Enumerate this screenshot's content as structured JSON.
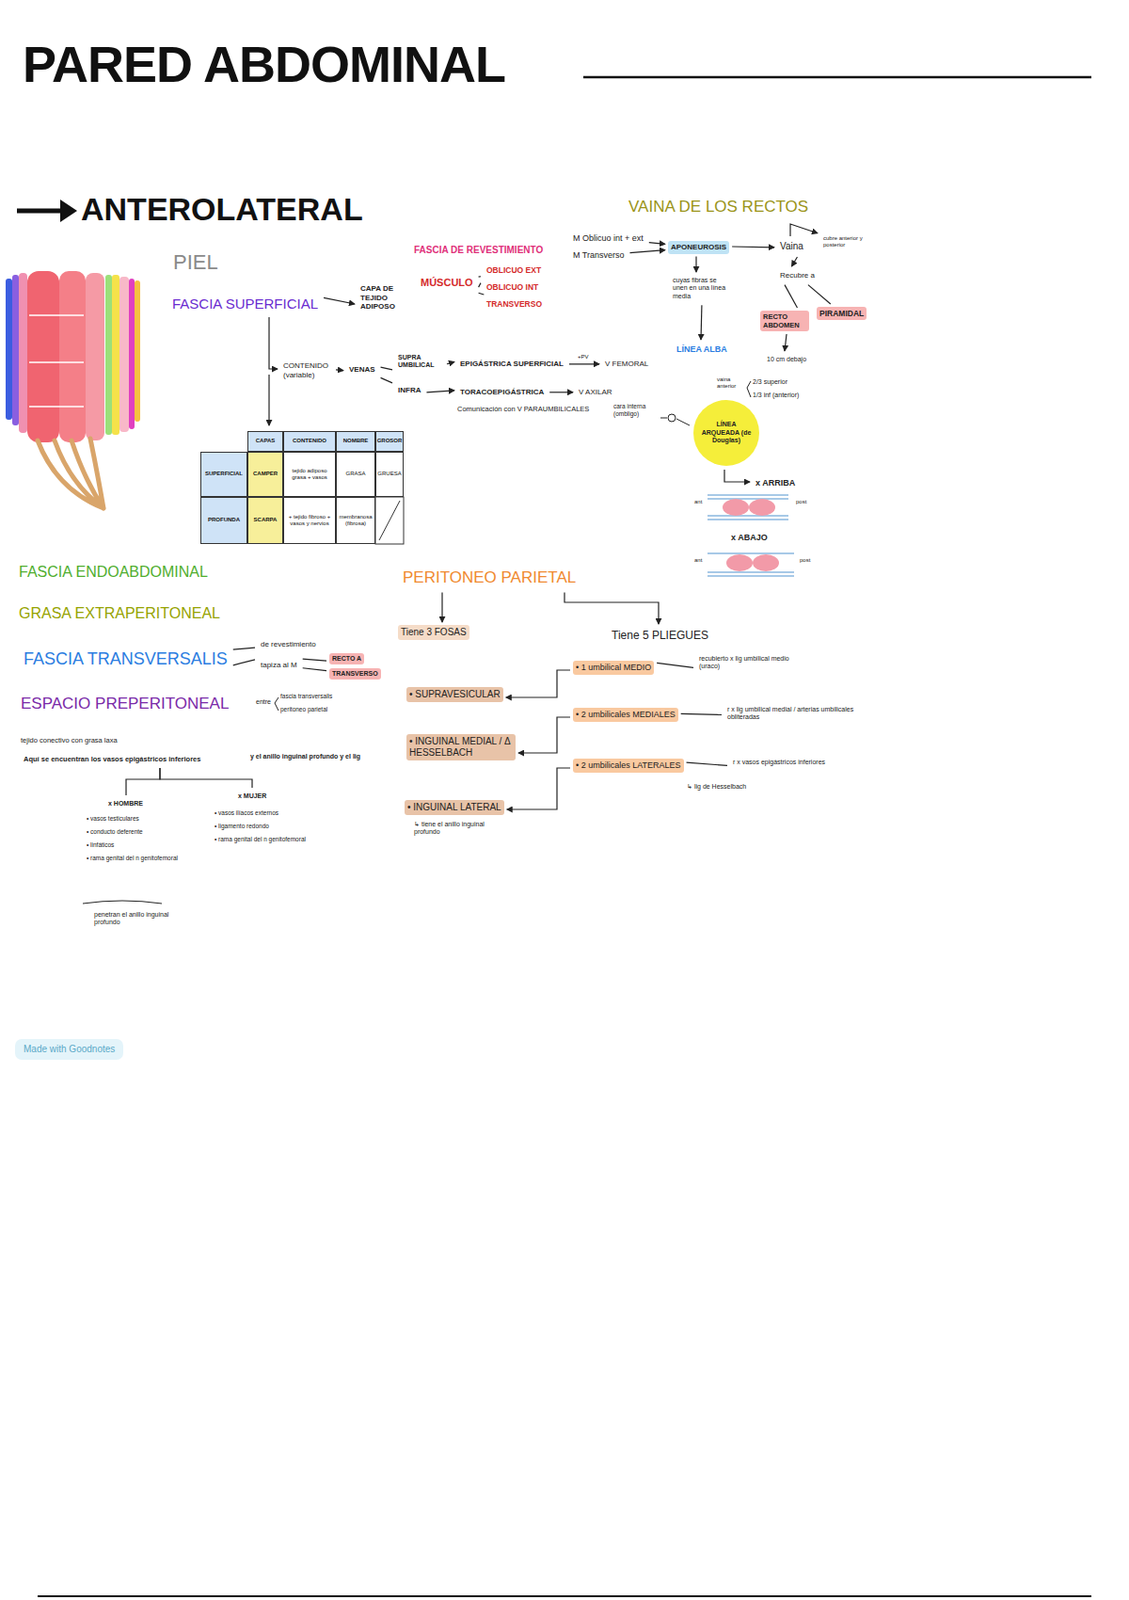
{
  "diagram": {
    "title": "PARED ABDOMINAL",
    "nodes": [
      {
        "text": [
          "FASCIA SUPERFICIAL"
        ]
      },
      {
        "text": [
          "CAPA DE TEJIDO ADIPOSO"
        ]
      },
      {
        "text": [
          "CONTENIDO (variable)"
        ]
      },
      {
        "text": [
          "VENAS"
        ]
      },
      {
        "text": [
          "SUPRA UMBILICAL"
        ]
      },
      {
        "text": [
          "INFRA"
        ]
      },
      {
        "text": [
          "EPIGÁSTRICA SUPERFICIAL"
        ]
      },
      {
        "text": [
          "V FEMORAL"
        ]
      },
      {
        "text": [
          "TORACOEPIGÁSTRICA"
        ]
      },
      {
        "text": [
          "V AXILAR"
        ]
      },
      {
        "text": [
          "MÚSCULO"
        ]
      },
      {
        "text": [
          "OBLICUO EXT"
        ]
      },
      {
        "text": [
          "OBLICUO INT"
        ]
      },
      {
        "text": [
          "TRANSVERSO"
        ]
      },
      {
        "text": [
          "M Oblicuo int + ext"
        ]
      },
      {
        "text": [
          "M Transverso"
        ]
      },
      {
        "text": [
          "APONEUROSIS"
        ]
      },
      {
        "text": [
          "Vaina"
        ]
      },
      {
        "text": [
          "Recubre a"
        ]
      },
      {
        "text": [
          "RECTO ABDOMEN"
        ]
      },
      {
        "text": [
          "PIRAMIDAL"
        ]
      },
      {
        "text": [
          "cuyas fibras se unen en una línea media"
        ]
      },
      {
        "text": [
          "LÍNEA ALBA"
        ]
      },
      {
        "text": [
          "10 cm debajo"
        ]
      },
      {
        "text": [
          "LÍNEA ARQUEADA (de Douglas)"
        ]
      },
      {
        "text": [
          "x ARRIBA"
        ]
      },
      {
        "text": [
          "x ABAJO"
        ]
      },
      {
        "text": [
          "FASCIA TRANSVERSALIS"
        ]
      },
      {
        "text": [
          "de revestimiento"
        ]
      },
      {
        "text": [
          "tapiza al M"
        ]
      },
      {
        "text": [
          "RECTO A"
        ]
      },
      {
        "text": [
          "TRANSVERSO"
        ]
      },
      {
        "text": [
          "Aquí se encuentran los vasos epigástricos inferiores"
        ]
      },
      {
        "text": [
          "x HOMBRE"
        ]
      },
      {
        "text": [
          "x MUJER"
        ]
      },
      {
        "text": [
          "PERITONEO PARIETAL"
        ]
      },
      {
        "text": [
          "Tiene 3 FOSAS"
        ]
      },
      {
        "text": [
          "Tiene 5 PLIEGUES"
        ]
      },
      {
        "text": [
          "• 1 umbilical MEDIO"
        ]
      },
      {
        "text": [
          "recubierto x lig umbilical medio (uraco)"
        ]
      },
      {
        "text": [
          "• 2 umbilicales MEDIALES"
        ]
      },
      {
        "text": [
          "r x lig umbilical medial / arterias umbilicales obliteradas"
        ]
      },
      {
        "text": [
          "• 2 umbilicales LATERALES"
        ]
      },
      {
        "text": [
          "r x vasos epigástricos inferiores"
        ]
      },
      {
        "text": [
          "• SUPRAVESICULAR"
        ]
      },
      {
        "text": [
          "• INGUINAL MEDIAL / Δ HESSELBACH"
        ]
      },
      {
        "text": [
          "• INGUINAL LATERAL"
        ]
      },
      {
        "text": [
          "cubre anterior y posterior"
        ]
      }
    ],
    "edges": [
      {
        "from": 0,
        "to": 1,
        "arrow": "to"
      },
      {
        "from": 0,
        "to": 2,
        "arrow": "to"
      },
      {
        "from": 2,
        "to": 3,
        "arrow": "to"
      },
      {
        "from": 3,
        "to": 4,
        "arrow": "none"
      },
      {
        "from": 3,
        "to": 5,
        "arrow": "none"
      },
      {
        "from": 4,
        "to": 6,
        "arrow": "to"
      },
      {
        "from": 6,
        "to": 7,
        "arrow": "to",
        "label": "+PV"
      },
      {
        "from": 5,
        "to": 8,
        "arrow": "to"
      },
      {
        "from": 8,
        "to": 9,
        "arrow": "to"
      },
      {
        "from": 10,
        "to": 11,
        "arrow": "none"
      },
      {
        "from": 10,
        "to": 12,
        "arrow": "none"
      },
      {
        "from": 10,
        "to": 13,
        "arrow": "none"
      },
      {
        "from": 14,
        "to": 16,
        "arrow": "to"
      },
      {
        "from": 15,
        "to": 16,
        "arrow": "to"
      },
      {
        "from": 16,
        "to": 17,
        "arrow": "to"
      },
      {
        "from": 17,
        "to": 47,
        "arrow": "to"
      },
      {
        "from": 17,
        "to": 18,
        "arrow": "to"
      },
      {
        "from": 18,
        "to": 19,
        "arrow": "none"
      },
      {
        "from": 18,
        "to": 20,
        "arrow": "none"
      },
      {
        "from": 16,
        "to": 21,
        "arrow": "to"
      },
      {
        "from": 21,
        "to": 22,
        "arrow": "to"
      },
      {
        "from": 19,
        "to": 23,
        "arrow": "to"
      },
      {
        "from": 24,
        "to": 25,
        "arrow": "to"
      },
      {
        "from": 27,
        "to": 28,
        "arrow": "none"
      },
      {
        "from": 27,
        "to": 29,
        "arrow": "none"
      },
      {
        "from": 29,
        "to": 30,
        "arrow": "none"
      },
      {
        "from": 29,
        "to": 31,
        "arrow": "none"
      },
      {
        "from": 32,
        "to": 33,
        "arrow": "none"
      },
      {
        "from": 32,
        "to": 34,
        "arrow": "none"
      },
      {
        "from": 35,
        "to": 36,
        "arrow": "to"
      },
      {
        "from": 35,
        "to": 37,
        "arrow": "to"
      },
      {
        "from": 38,
        "to": 39,
        "arrow": "none"
      },
      {
        "from": 40,
        "to": 41,
        "arrow": "none"
      },
      {
        "from": 42,
        "to": 43,
        "arrow": "none"
      },
      {
        "from": 38,
        "to": 44,
        "arrow": "to"
      },
      {
        "from": 40,
        "to": 45,
        "arrow": "to"
      },
      {
        "from": 42,
        "to": 46,
        "arrow": "to"
      }
    ],
    "labels": [
      "PIEL",
      "ANTEROLATERAL",
      "Comunicación con V PARAUMBILICALES",
      "CAPAS",
      "CONTENIDO",
      "NOMBRE",
      "GROSOR",
      "SUPERFICIAL",
      "CAMPER",
      "tejido adiposo grasa + vasos",
      "GRASA",
      "GRUESA",
      "PROFUNDA",
      "SCARPA",
      "+ tejido fibroso + vasos y nervios",
      "membranosa (fibrosa)",
      "FASCIA DE REVESTIMIENTO",
      "VAINA DE LOS RECTOS",
      "vaina anterior",
      "2/3 superior",
      "1/3 inf (anterior)",
      "cara interna (ombligo)",
      "ant",
      "post",
      "ant",
      "post",
      "FASCIA ENDOABDOMINAL",
      "GRASA EXTRAPERITONEAL",
      "ESPACIO PREPERITONEAL",
      "entre",
      "fascia transversalis",
      "peritoneo parietal",
      "tejido conectivo con grasa laxa",
      "y el anillo inguinal profundo y el lig",
      "• vasos testiculares",
      "• conducto deferente",
      "• linfáticos",
      "• rama genital del n genitofemoral",
      "penetran el anillo inguinal profundo",
      "• vasos ilíacos externos",
      "• ligamento redondo",
      "• rama genital del n genitofemoral",
      "↳ lig de Hesselbach",
      "↳ tiene el anillo inguinal profundo",
      "Made with Goodnotes"
    ]
  }
}
